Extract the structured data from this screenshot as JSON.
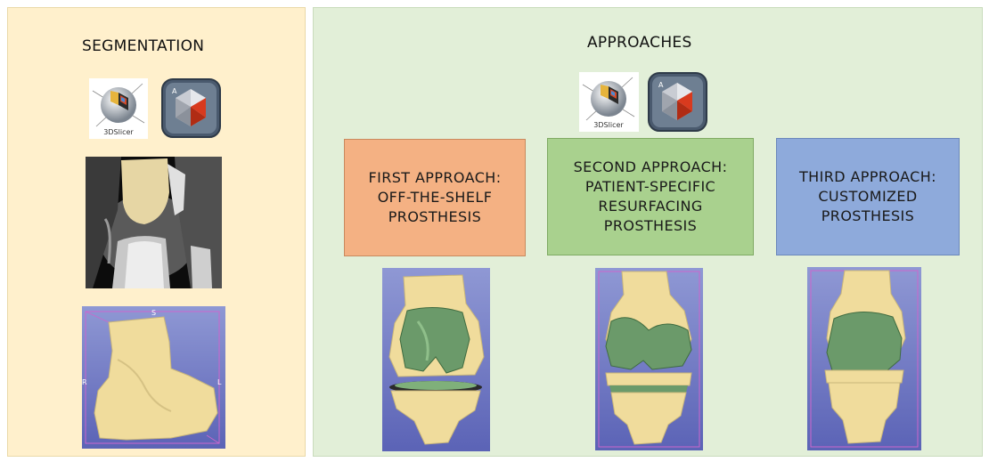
{
  "segmentation": {
    "title": "SEGMENTATION"
  },
  "approaches": {
    "title": "APPROACHES",
    "boxes": [
      {
        "label": "FIRST APPROACH:\nOFF-THE-SHELF\nPROSTHESIS",
        "color": "#f4b183"
      },
      {
        "label": "SECOND APPROACH:\nPATIENT-SPECIFIC\nRESURFACING\nPROSTHESIS",
        "color": "#a9d18e"
      },
      {
        "label": "THIRD APPROACH:\nCUSTOMIZED\nPROSTHESIS",
        "color": "#8eaadb"
      }
    ]
  },
  "icons": {
    "slicer_label": "3DSlicer",
    "slicer": "3dslicer-icon",
    "meshmixer": "meshmixer-icon"
  },
  "viewer_labels": {
    "top": "S",
    "left": "R",
    "right": "L"
  },
  "colors": {
    "bone": "#f0dc9c",
    "prosthesis": "#6b9a6a",
    "viewport": "#6e76c4",
    "frame": "#cc66cc"
  }
}
